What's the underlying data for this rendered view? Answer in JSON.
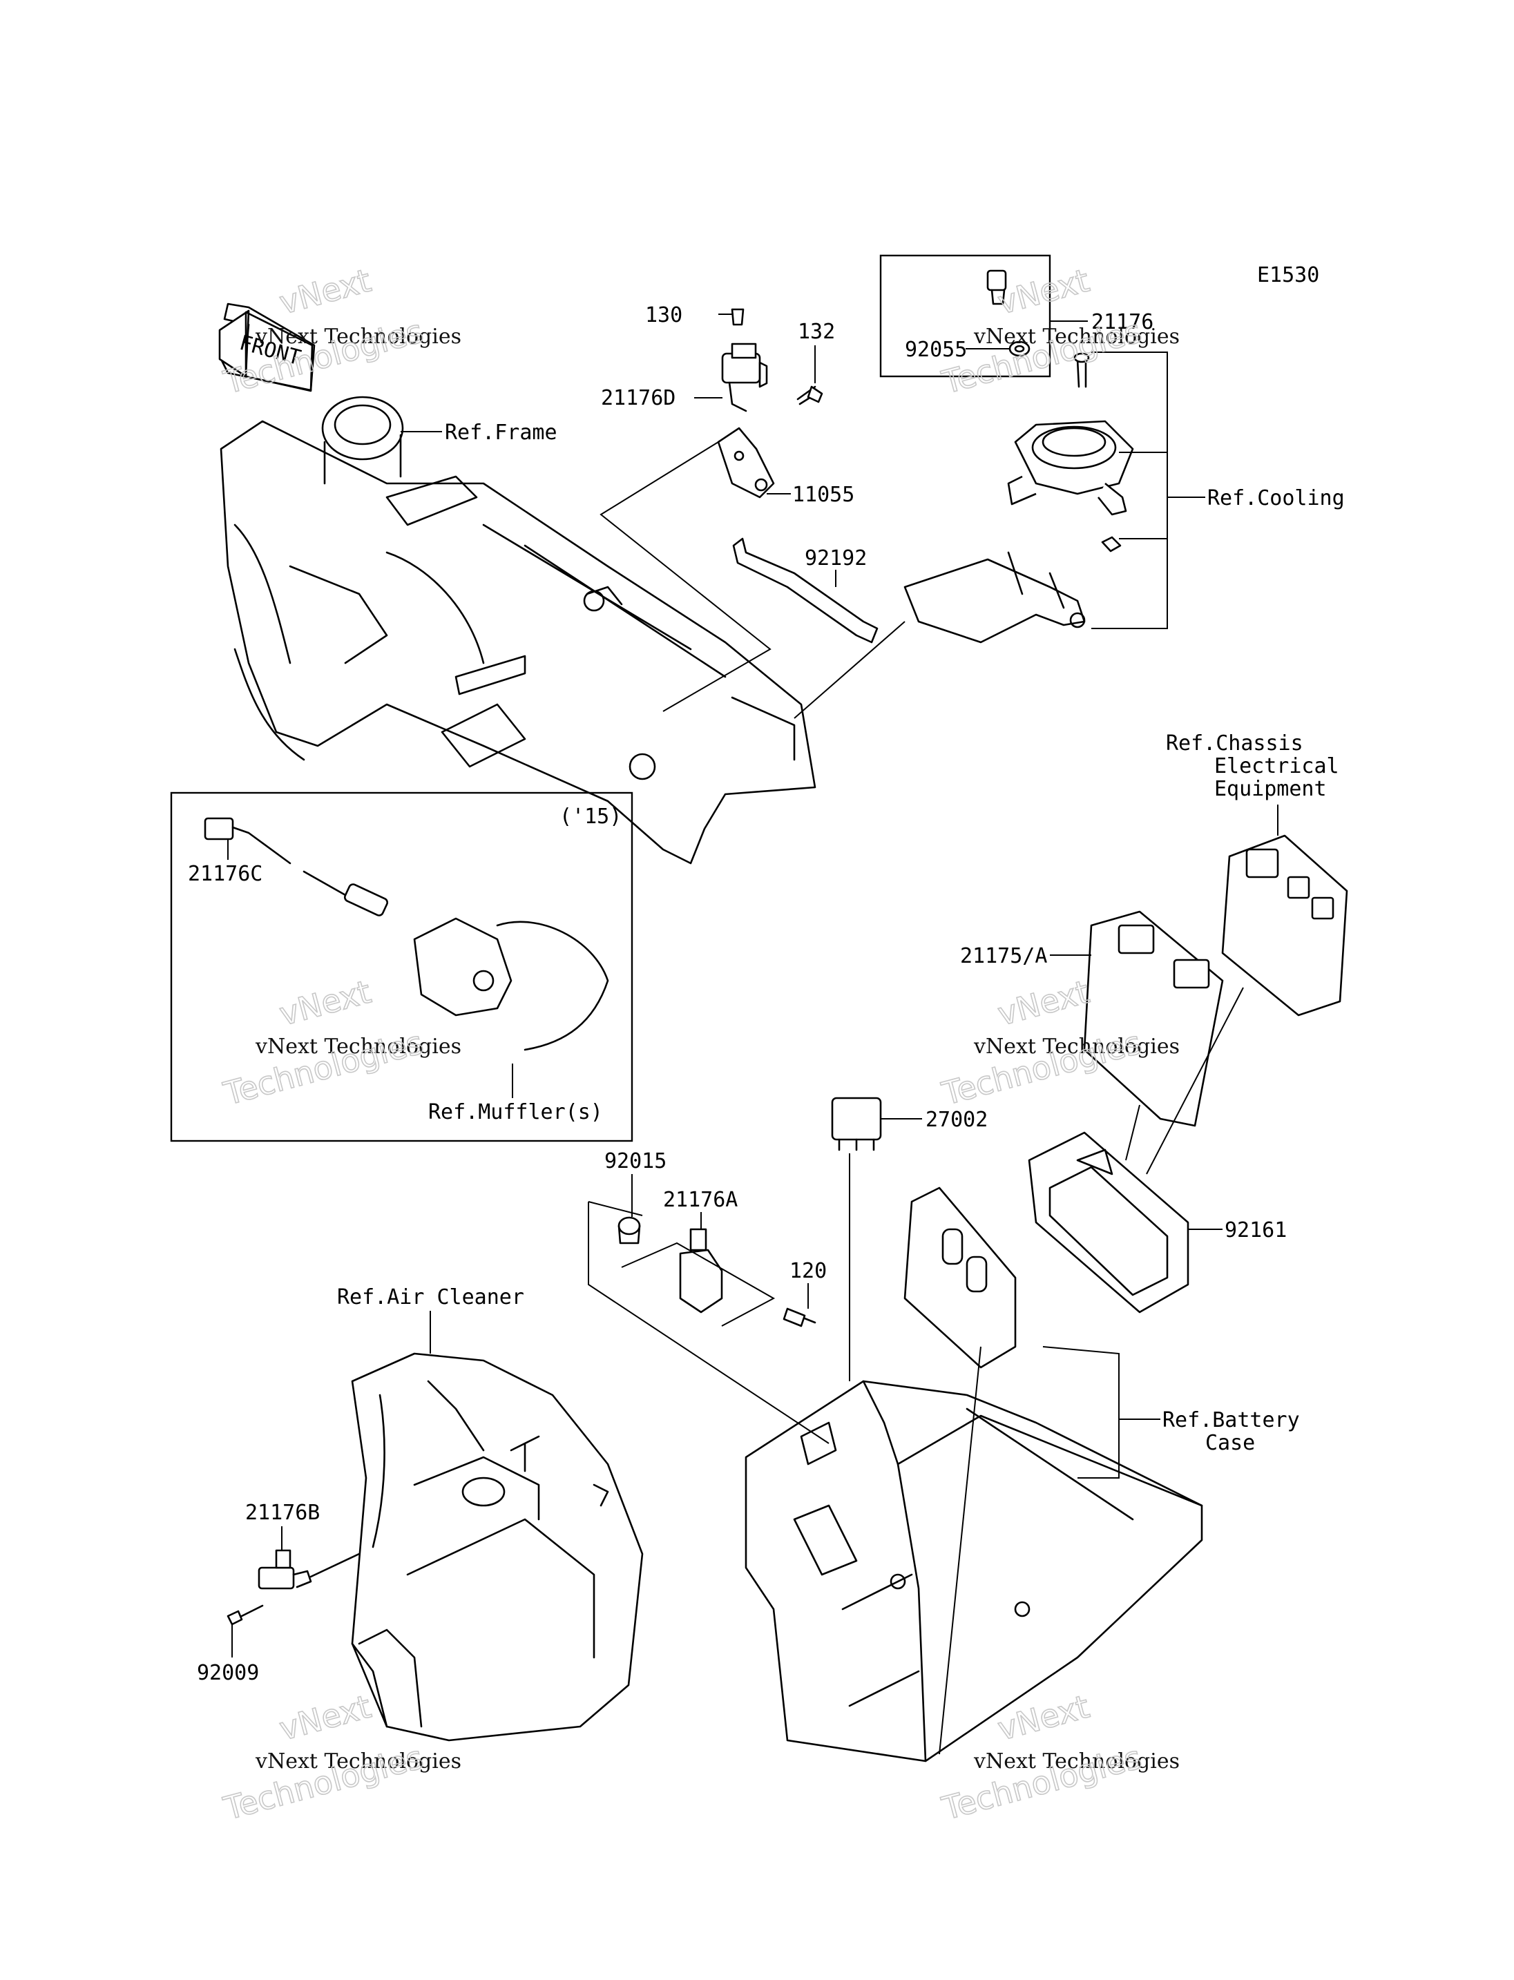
{
  "diagram": {
    "code": "E1530",
    "front_arrow": "FRONT",
    "inset_year": "('15)",
    "part_labels": {
      "p130": "130",
      "p132": "132",
      "p21176D": "21176D",
      "p11055": "11055",
      "p92192": "92192",
      "p21176": "21176",
      "p92055": "92055",
      "p21176C": "21176C",
      "p21175A": "21175/A",
      "p27002": "27002",
      "p92015": "92015",
      "p21176A": "21176A",
      "p120": "120",
      "p92161": "92161",
      "p21176B": "21176B",
      "p92009": "92009"
    },
    "ref_labels": {
      "frame": "Ref.Frame",
      "cooling": "Ref.Cooling",
      "chassis_l1": "Ref.Chassis",
      "chassis_l2": "Electrical",
      "chassis_l3": "Equipment",
      "muffler": "Ref.Muffler(s)",
      "air_cleaner": "Ref.Air Cleaner",
      "battery_l1": "Ref.Battery",
      "battery_l2": "Case"
    },
    "watermark": {
      "top": "vNext",
      "bottom": "Technologies",
      "caption": "vNext Technologies"
    }
  }
}
